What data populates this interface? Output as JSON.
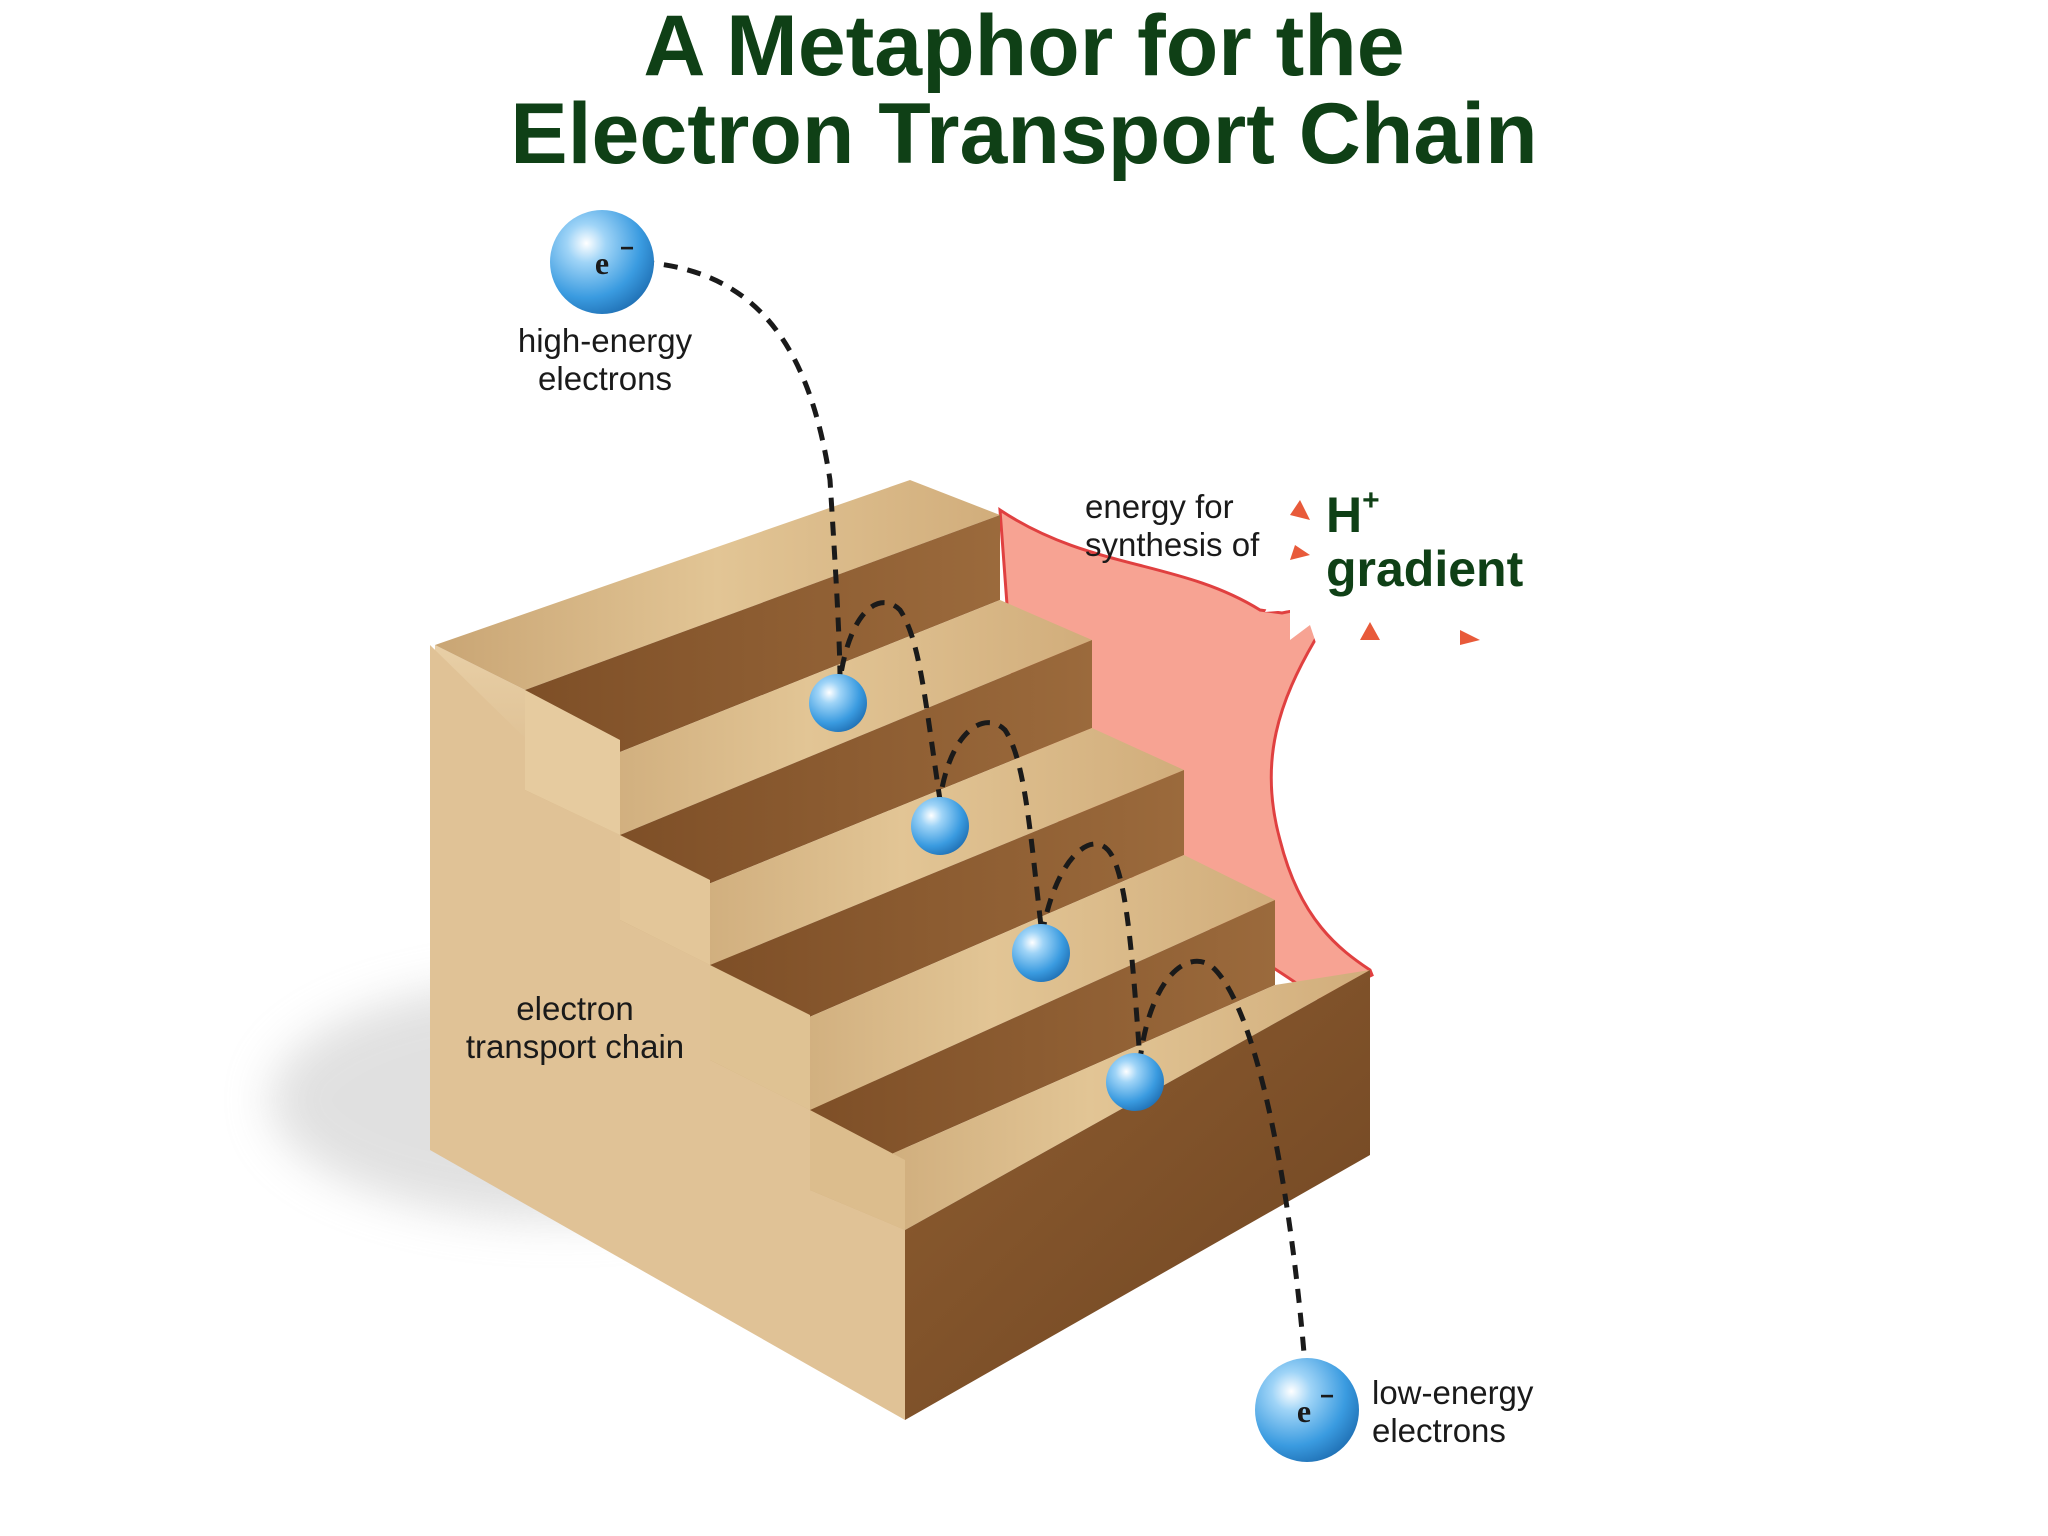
{
  "title": {
    "line1": "A Metaphor for the",
    "line2": "Electron Transport Chain"
  },
  "labels": {
    "high_energy_line1": "high-energy",
    "high_energy_line2": "electrons",
    "low_energy_line1": "low-energy",
    "low_energy_line2": "electrons",
    "chain_line1": "electron",
    "chain_line2": "transport chain",
    "energy_line1": "energy for",
    "energy_line2": "synthesis of",
    "electron_symbol": "e"
  },
  "gradient_label": {
    "ion": "H",
    "charge": "+",
    "word": "gradient"
  },
  "colors": {
    "title": "#0f4016",
    "electron": "#4aa8e6",
    "wood_top": "#d9b98a",
    "wood_riser": "#8a5a30",
    "energy_arrow": "#f7a393",
    "energy_arrow_edge": "#e04040"
  }
}
